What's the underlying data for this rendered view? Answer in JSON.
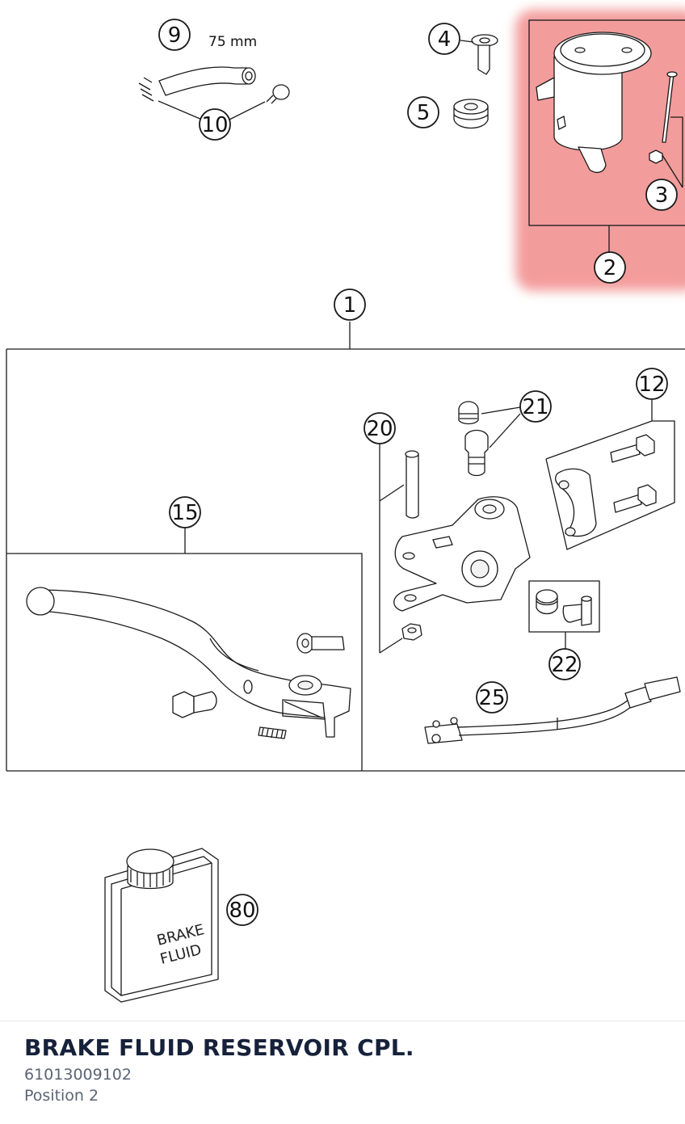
{
  "diagram": {
    "callouts": [
      "1",
      "2",
      "3",
      "4",
      "5",
      "9",
      "10",
      "12",
      "15",
      "20",
      "21",
      "22",
      "25",
      "80"
    ],
    "hose_length_label": "75 mm",
    "can_label_line1": "BRAKE",
    "can_label_line2": "FLUID",
    "highlight_color": "#f28b8b",
    "highlighted_callout": "2"
  },
  "part": {
    "title": "BRAKE FLUID RESERVOIR CPL.",
    "number": "61013009102",
    "position": "Position 2"
  }
}
